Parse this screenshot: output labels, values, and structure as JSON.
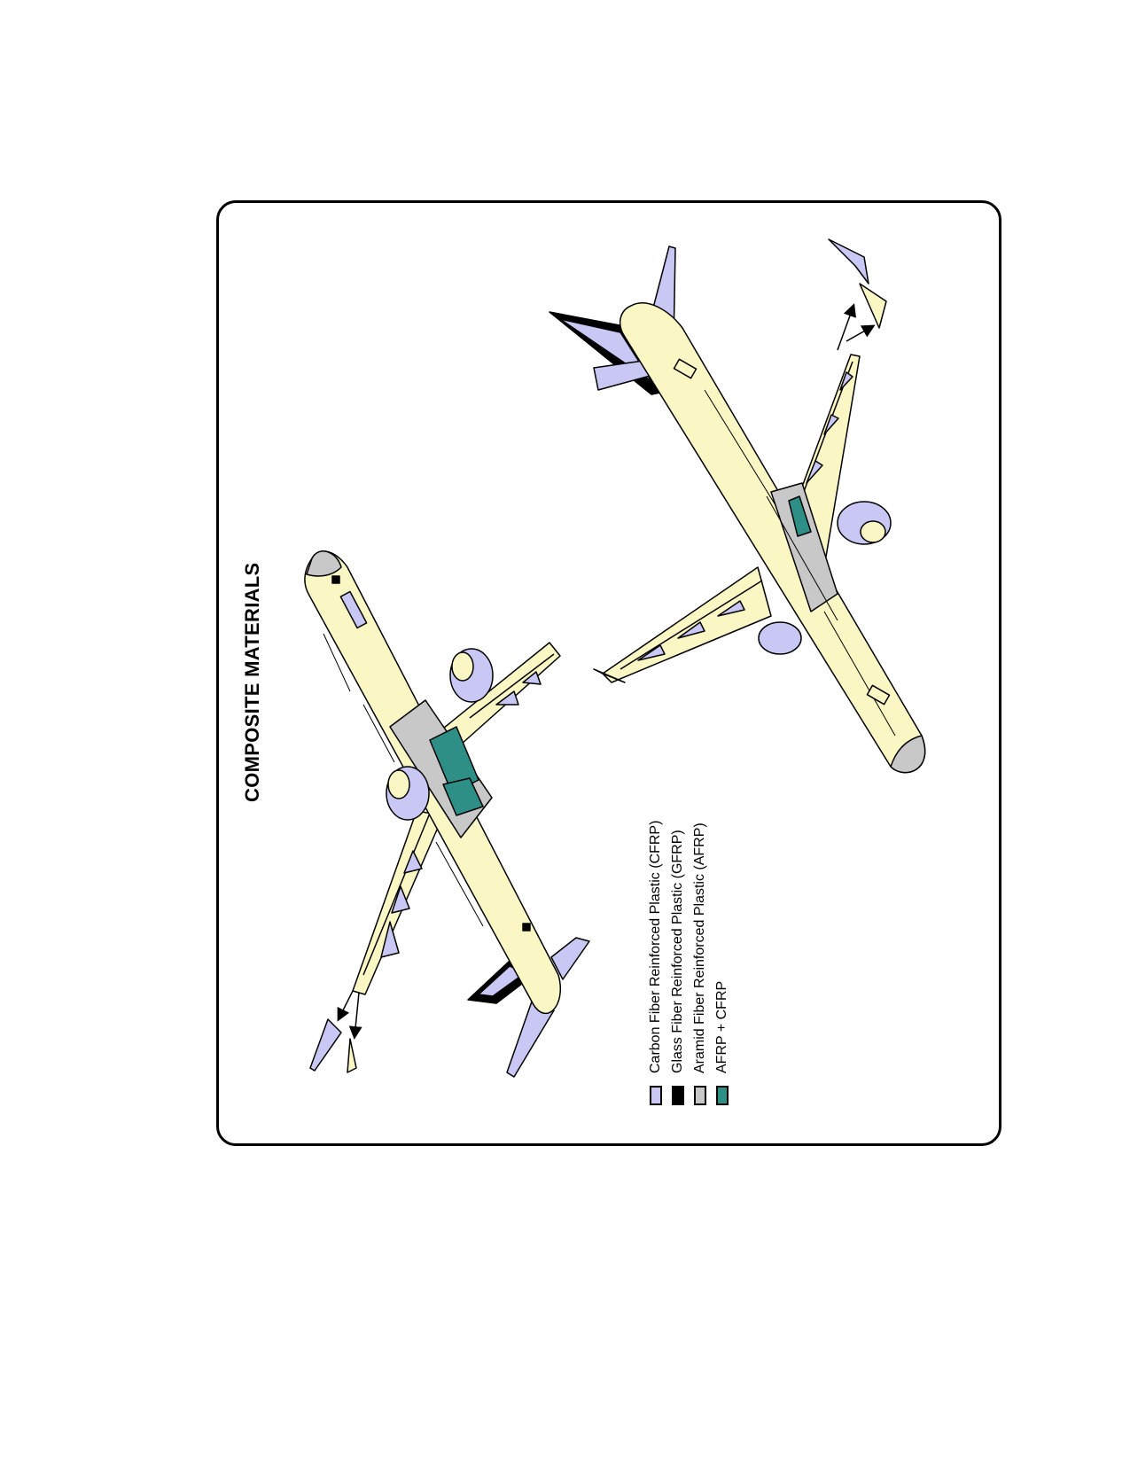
{
  "title": "COMPOSITE MATERIALS",
  "colors": {
    "fuselage": "#fbf7c4",
    "cfrp": "#c9c8f4",
    "gfrp": "#000000",
    "afrp": "#c8c8c8",
    "afrp_cfrp": "#2e8f87"
  },
  "legend": [
    {
      "label": "Carbon Fiber Reinforced Plastic (CFRP)",
      "color": "#c9c8f4"
    },
    {
      "label": "Glass Fiber Reinforced Plastic (GFRP)",
      "color": "#000000"
    },
    {
      "label": "Aramid Fiber Reinforced Plastic (AFRP)",
      "color": "#c8c8c8"
    },
    {
      "label": "AFRP + CFRP",
      "color": "#2e8f87"
    }
  ]
}
